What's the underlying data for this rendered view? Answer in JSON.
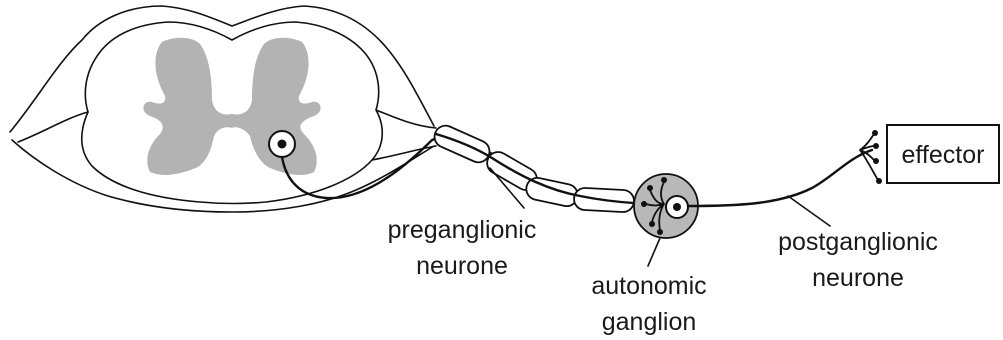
{
  "labels": {
    "preganglionic_line1": "preganglionic",
    "preganglionic_line2": "neurone",
    "ganglion_line1": "autonomic",
    "ganglion_line2": "ganglion",
    "postganglionic_line1": "postganglionic",
    "postganglionic_line2": "neurone",
    "effector": "effector"
  },
  "colors": {
    "grey_matter": "#b3b3b3",
    "ganglion_fill": "#b8b8b8",
    "line": "#111111",
    "background": "#ffffff"
  }
}
